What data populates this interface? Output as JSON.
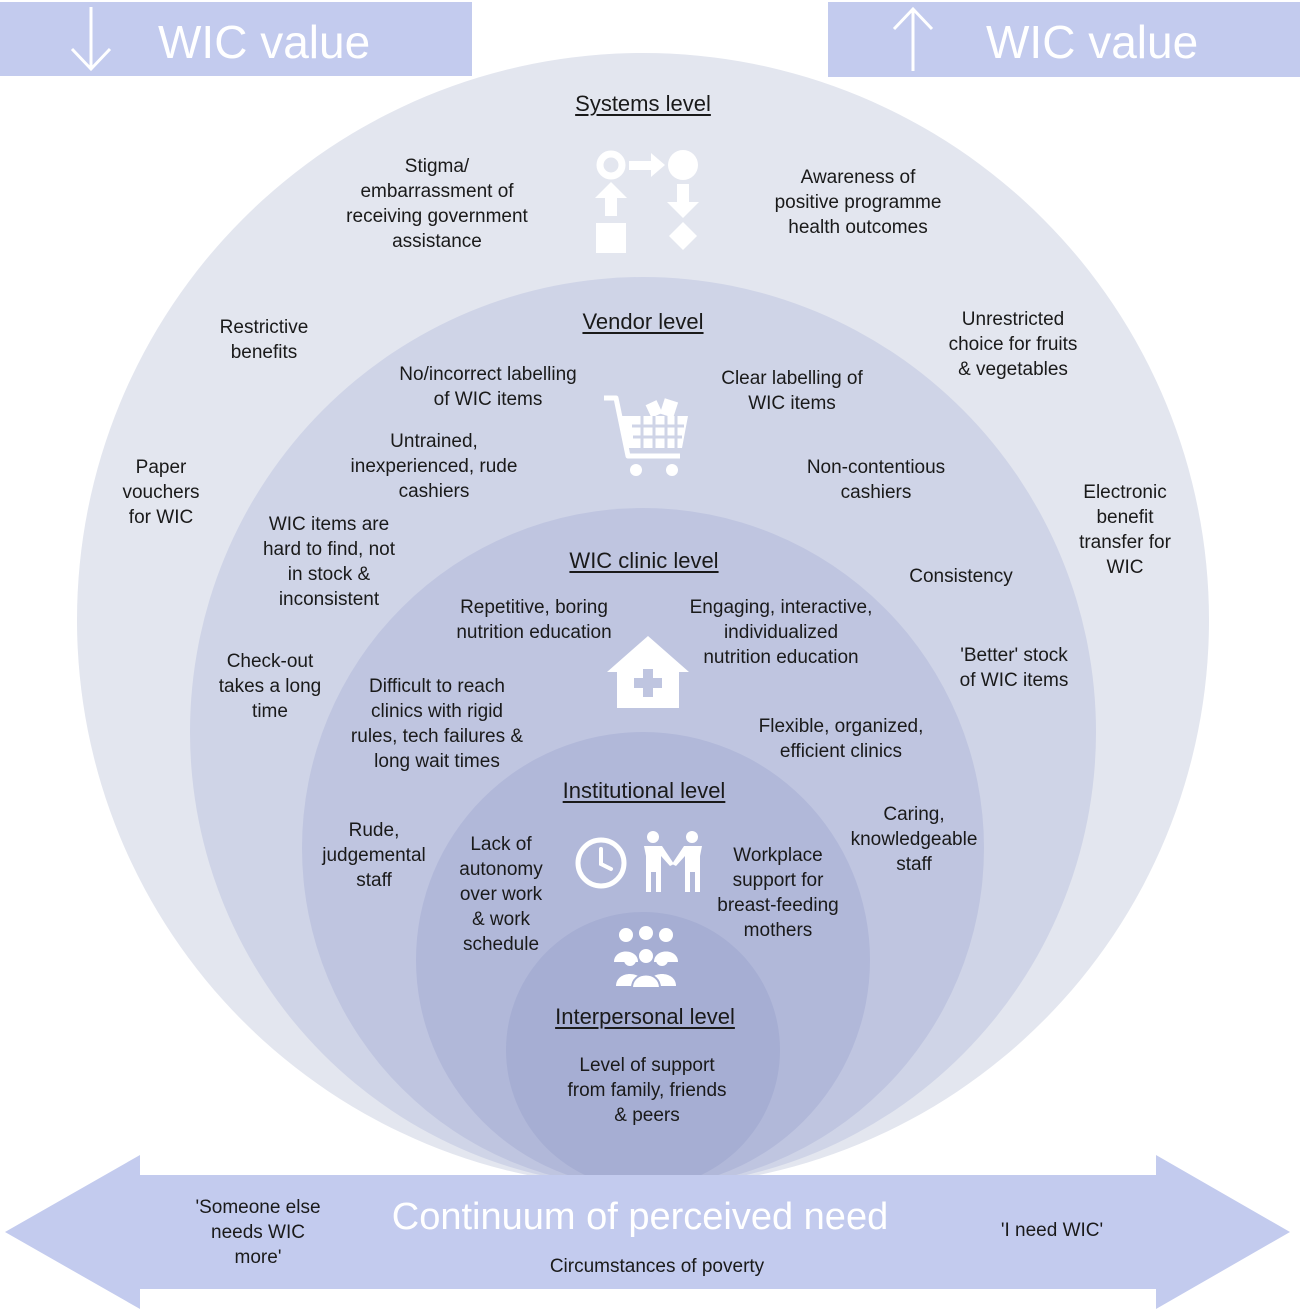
{
  "banners": {
    "left": {
      "arrow": "down-arrow-icon",
      "label": "WIC value"
    },
    "right": {
      "arrow": "up-arrow-icon",
      "label": "WIC value"
    }
  },
  "colors": {
    "banner": "#c3cbee",
    "ring_systems": "#e3e6ef",
    "ring_vendor": "#cfd4e7",
    "ring_clinic": "#bfc5e0",
    "ring_institutional": "#b1b8d9",
    "ring_interpersonal": "#a6aed3",
    "bottom_arrow": "#c3cbee",
    "icon": "#ffffff"
  },
  "levels": {
    "systems": {
      "title": "Systems level",
      "icon": "process-flow-icon",
      "negative": [
        "Stigma/\nembarrassment of\nreceiving government\nassistance",
        "Restrictive\nbenefits",
        "Paper\nvouchers\nfor WIC"
      ],
      "positive": [
        "Awareness of\npositive programme\nhealth outcomes",
        "Unrestricted\nchoice for fruits\n& vegetables",
        "Electronic\nbenefit\ntransfer for\nWIC"
      ]
    },
    "vendor": {
      "title": "Vendor level",
      "icon": "shopping-cart-icon",
      "negative": [
        "No/incorrect labelling\nof WIC items",
        "Untrained,\ninexperienced, rude\ncashiers",
        "WIC items are\nhard to find, not\nin stock &\ninconsistent",
        "Check-out\ntakes a long\ntime"
      ],
      "positive": [
        "Clear labelling of\nWIC items",
        "Non-contentious\ncashiers",
        "Consistency",
        "'Better' stock\nof WIC items"
      ]
    },
    "clinic": {
      "title": "WIC clinic level",
      "icon": "clinic-icon",
      "negative": [
        "Repetitive, boring\nnutrition education",
        "Difficult to reach\nclinics with rigid\nrules, tech failures &\nlong wait times",
        "Rude,\njudgemental\nstaff"
      ],
      "positive": [
        "Engaging, interactive,\nindividualized\nnutrition education",
        "Flexible, organized,\nefficient clinics",
        "Caring,\nknowledgeable\nstaff"
      ]
    },
    "institutional": {
      "title": "Institutional level",
      "icons": [
        "clock-icon",
        "people-handshake-icon"
      ],
      "negative": [
        "Lack of\nautonomy\nover work\n& work\nschedule"
      ],
      "positive": [
        "Workplace\nsupport for\nbreast-feeding\nmothers"
      ]
    },
    "interpersonal": {
      "title": "Interpersonal level",
      "icon": "group-icon",
      "items": [
        "Level of support\nfrom family, friends\n& peers"
      ]
    }
  },
  "continuum": {
    "title": "Continuum of perceived need",
    "subtitle": "Circumstances of poverty",
    "left_quote": "'Someone else\nneeds WIC\nmore'",
    "right_quote": "'I need WIC'"
  }
}
